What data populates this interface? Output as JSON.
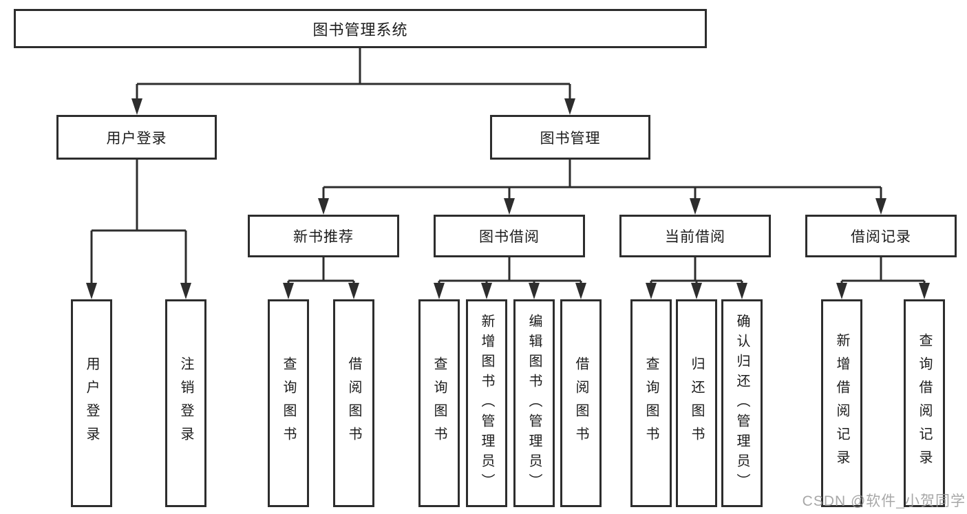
{
  "tree": {
    "root": {
      "label": "图书管理系统"
    },
    "children": [
      {
        "label": "用户登录",
        "children": [
          {
            "label": "用户登录"
          },
          {
            "label": "注销登录"
          }
        ]
      },
      {
        "label": "图书管理",
        "children": [
          {
            "label": "新书推荐",
            "children": [
              {
                "label": "查询图书"
              },
              {
                "label": "借阅图书"
              }
            ]
          },
          {
            "label": "图书借阅",
            "children": [
              {
                "label": "查询图书"
              },
              {
                "label": "新增图书（管理员）"
              },
              {
                "label": "编辑图书（管理员）"
              },
              {
                "label": "借阅图书"
              }
            ]
          },
          {
            "label": "当前借阅",
            "children": [
              {
                "label": "查询图书"
              },
              {
                "label": "归还图书"
              },
              {
                "label": "确认归还（管理员）"
              }
            ]
          },
          {
            "label": "借阅记录",
            "children": [
              {
                "label": "新增借阅记录"
              },
              {
                "label": "查询借阅记录"
              }
            ]
          }
        ]
      }
    ]
  },
  "watermark": {
    "text": "CSDN @软件_小贺同学"
  },
  "colors": {
    "line": "#2d2d2d",
    "text": "#1c1c1c",
    "background": "#ffffff",
    "watermark": "#989898"
  }
}
